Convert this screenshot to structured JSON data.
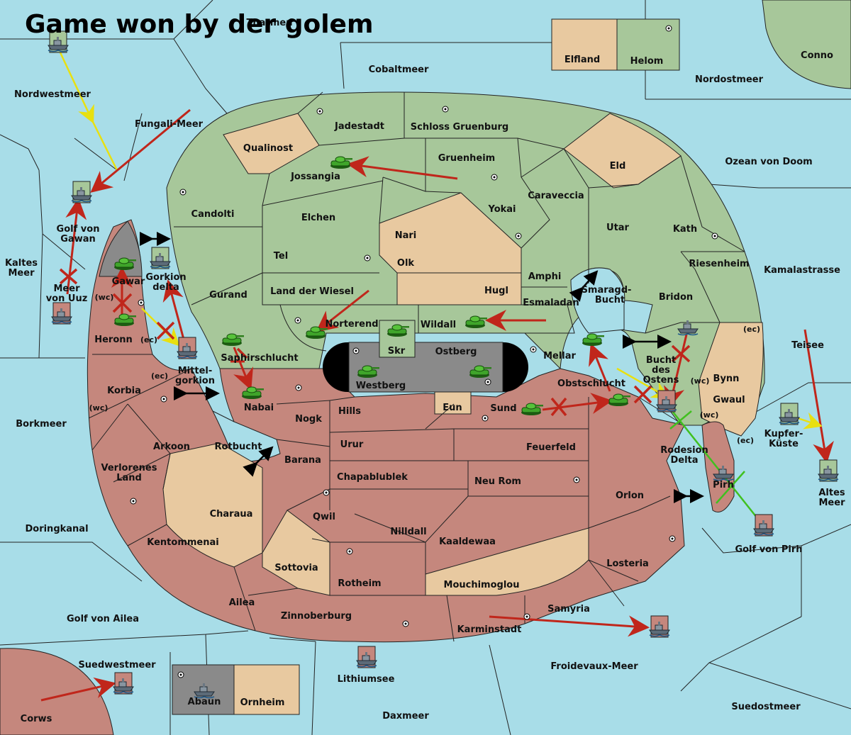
{
  "title": "Game won by der golem",
  "colors": {
    "sea": "#a8dde8",
    "green": "#a7c79a",
    "red": "#c5877d",
    "neutral": "#e8c9a0",
    "grey": "#8a8a8a",
    "order_red": "#c0261b",
    "order_yellow": "#f0f020",
    "order_green": "#40c020"
  },
  "labels": {
    "tharmen": "Tharmen",
    "cobaltmeer": "Cobaltmeer",
    "elfland": "Elfland",
    "helom": "Helom",
    "conno": "Conno",
    "nordostmeer": "Nordostmeer",
    "nordwestmeer": "Nordwestmeer",
    "fungali": "Fungali-Meer",
    "jadestadt": "Jadestadt",
    "schloss": "Schloss Gruenburg",
    "qualinost": "Qualinost",
    "gruenheim": "Gruenheim",
    "eld": "Eld",
    "ozean": "Ozean von Doom",
    "jossangia": "Jossangia",
    "caraveccia": "Caraveccia",
    "candolti": "Candolti",
    "yokai": "Yokai",
    "utar": "Utar",
    "kath": "Kath",
    "elchen": "Elchen",
    "nari": "Nari",
    "golf_gawan_1": "Golf von",
    "golf_gawan_2": "Gawan",
    "kaltes_1": "Kaltes",
    "kaltes_2": "Meer",
    "tel": "Tel",
    "olk": "Olk",
    "riesenheim": "Riesenheim",
    "kamalastrasse": "Kamalastrasse",
    "amphi": "Amphi",
    "gawar": "Gawar",
    "gorkion_1": "Gorkion",
    "gorkion_2": "delta",
    "meer_uuz_1": "Meer",
    "meer_uuz_2": "von Uuz",
    "gurand": "Gurand",
    "land_wiesel": "Land der Wiesel",
    "hugl": "Hugl",
    "smaragd_1": "Smaragd-",
    "smaragd_2": "Bucht",
    "bridon": "Bridon",
    "esmaladan": "Esmaladan",
    "wc": "(wc)",
    "ec": "(ec)",
    "norterend": "Norterend",
    "wildall": "Wildall",
    "heronn": "Heronn",
    "teisee": "Teisee",
    "skr": "Skr",
    "ostberg": "Ostberg",
    "mellar": "Mellar",
    "saphir": "Saphirschlucht",
    "bucht_1": "Bucht",
    "bucht_2": "des",
    "bucht_3": "Ostens",
    "mittel_1": "Mittel-",
    "mittel_2": "gorkion",
    "bynn": "Bynn",
    "westberg": "Westberg",
    "obstschlucht": "Obstschlucht",
    "korbia": "Korbia",
    "gwaul": "Gwaul",
    "nabai": "Nabai",
    "eun": "Eun",
    "sund": "Sund",
    "hills": "Hills",
    "nogk": "Nogk",
    "borkmeer": "Borkmeer",
    "kupfer_1": "Kupfer-",
    "kupfer_2": "Küste",
    "arkoon": "Arkoon",
    "rotbucht": "Rotbucht",
    "urur": "Urur",
    "feuerfeld": "Feuerfeld",
    "rodesion_1": "Rodesion",
    "rodesion_2": "Delta",
    "barana": "Barana",
    "verlorenes_1": "Verlorenes",
    "verlorenes_2": "Land",
    "chapablublek": "Chapablublek",
    "neu_rom": "Neu Rom",
    "pirh": "Pirh",
    "altes_1": "Altes",
    "altes_2": "Meer",
    "orlon": "Orlon",
    "charaua": "Charaua",
    "qwil": "Qwil",
    "doringkanal": "Doringkanal",
    "nilldall": "Nilldall",
    "kaaldewaa": "Kaaldewaa",
    "kentommenai": "Kentommenai",
    "golf_pirh": "Golf von Pirh",
    "losteria": "Losteria",
    "sottovia": "Sottovia",
    "rotheim": "Rotheim",
    "mouchimoglou": "Mouchimoglou",
    "ailea": "Ailea",
    "samyria": "Samyria",
    "zinnoberburg": "Zinnoberburg",
    "golf_ailea": "Golf von Ailea",
    "karminstadt": "Karminstadt",
    "suedwestmeer": "Suedwestmeer",
    "froidevaux": "Froidevaux-Meer",
    "lithiumsee": "Lithiumsee",
    "abaun": "Abaun",
    "ornheim": "Ornheim",
    "suedostmeer": "Suedostmeer",
    "daxmeer": "Daxmeer",
    "corws": "Corws"
  },
  "icons": {
    "army": "tank-icon",
    "fleet": "ship-icon",
    "supply_center": "supply-center-icon",
    "failed_order": "x-mark-icon",
    "convoy_link": "double-arrow-icon"
  }
}
